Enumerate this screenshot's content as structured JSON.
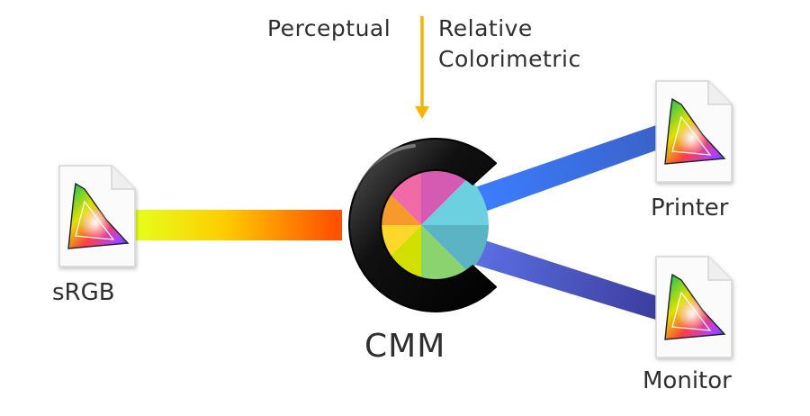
{
  "diagram": {
    "rendering_intents": {
      "perceptual": "Perceptual",
      "relative_line1": "Relative",
      "relative_line2": "Colorimetric"
    },
    "cmm_label": "CMM",
    "source_profile": "sRGB",
    "destination_profiles": {
      "printer": "Printer",
      "monitor": "Monitor"
    }
  },
  "colors": {
    "text": "#2f2f2f",
    "arrow": "#f5b400",
    "source_gradient": [
      "#e8ff1a",
      "#ffcc00",
      "#ff5a00"
    ],
    "printer_gradient": [
      "#3a8cff",
      "#3a5fd0"
    ],
    "monitor_gradient": [
      "#5570d8",
      "#3a3a9a"
    ],
    "wheel_segments": [
      "#d45ab2",
      "#6dd0e0",
      "#5ab4c4",
      "#8ad36e",
      "#d2e000",
      "#ffd72a",
      "#f79a2c",
      "#f06aa8"
    ]
  }
}
